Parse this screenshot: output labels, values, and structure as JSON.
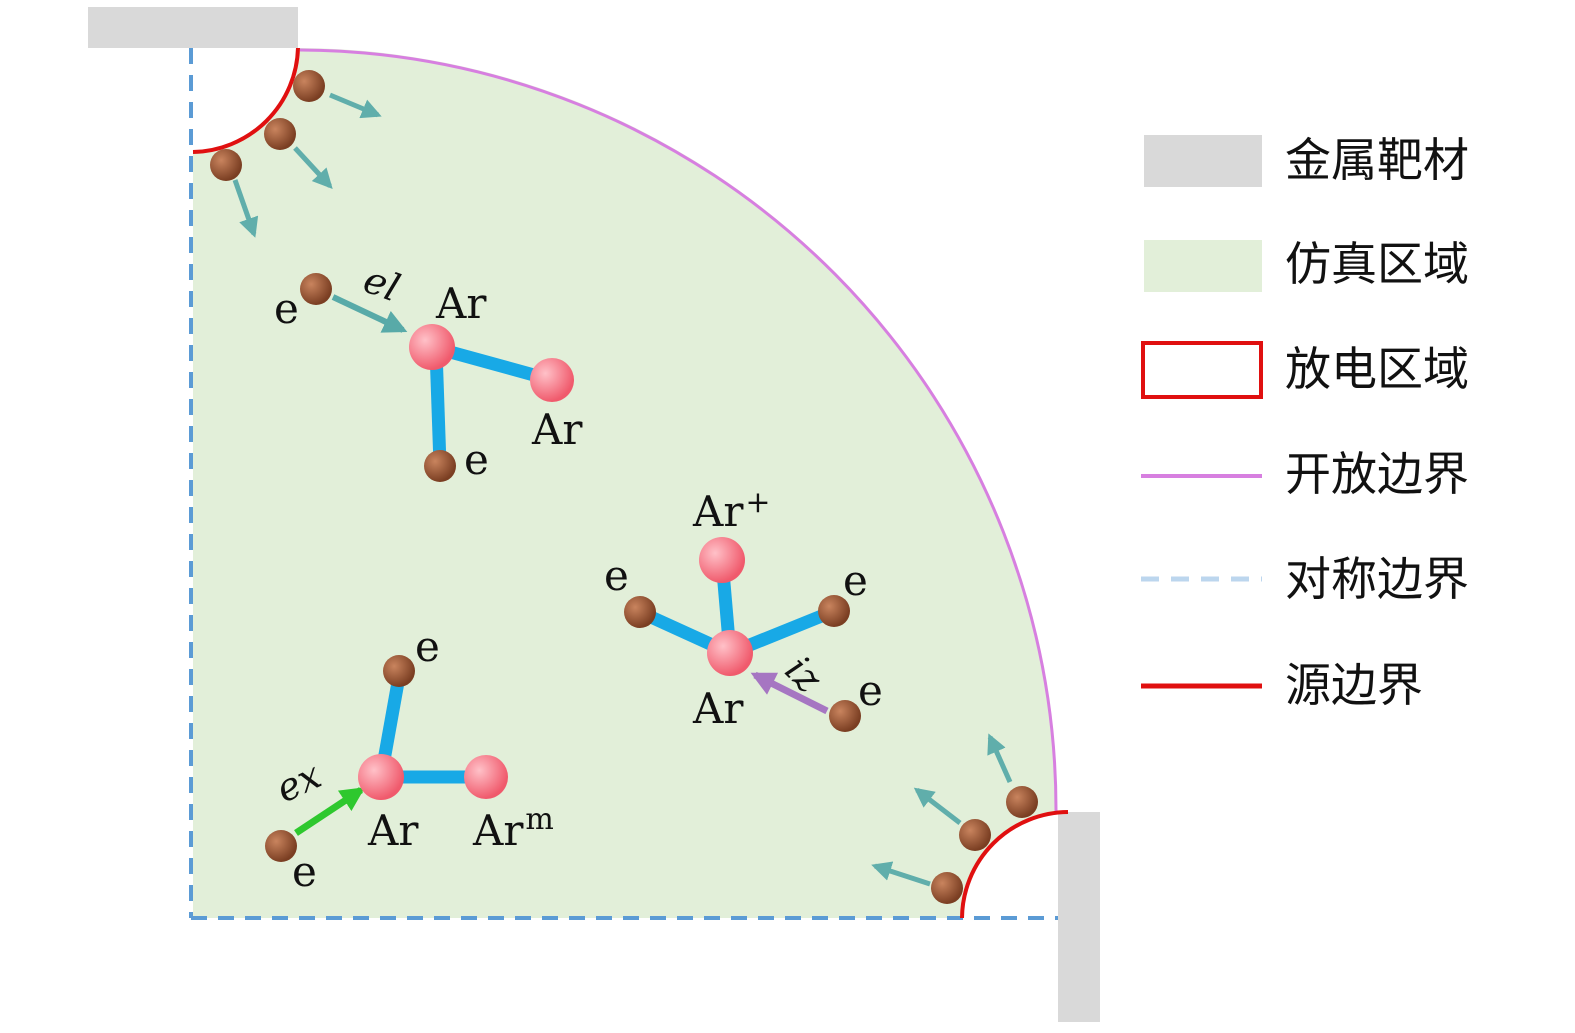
{
  "legend": [
    {
      "id": "target",
      "label": "金属靶材",
      "color": "#d9d9d9"
    },
    {
      "id": "sim",
      "label": "仿真区域",
      "color": "#e2efd9"
    },
    {
      "id": "discharge",
      "label": "放电区域",
      "color": "#e01010"
    },
    {
      "id": "open",
      "label": "开放边界",
      "color": "#d77fe0"
    },
    {
      "id": "sym",
      "label": "对称边界",
      "color": "#bcd6ee"
    },
    {
      "id": "source",
      "label": "源边界",
      "color": "#e01010"
    }
  ],
  "colors": {
    "electron": "#8b4a2b",
    "argon": "#f26a7a",
    "bond": "#18a9e6",
    "sym_boundary": "#5b9bd5",
    "arrow_teal": "#4aa3a3",
    "arrow_green": "#2ec82e",
    "arrow_purple": "#a06ac0"
  },
  "reactions": {
    "elastic": {
      "process": "el",
      "electron_in": "e",
      "target": "Ar",
      "product_atom": "Ar",
      "product_electron": "e"
    },
    "ionization": {
      "process": "iz",
      "ion": "Ar",
      "ion_charge": "+",
      "electron_left": "e",
      "electron_right": "e",
      "electron_in": "e",
      "atom": "Ar"
    },
    "excitation": {
      "process": "ex",
      "electron_top": "e",
      "electron_in": "e",
      "atom": "Ar",
      "metastable": "Ar",
      "metastable_sup": "m"
    }
  }
}
